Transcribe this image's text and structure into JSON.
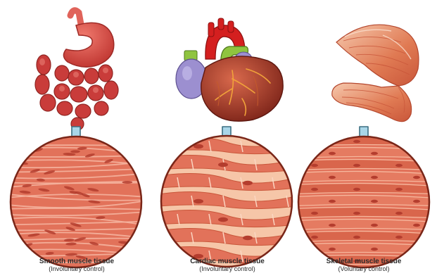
{
  "panels": [
    {
      "id": "smooth",
      "organ_icon": "digestive-tract-icon",
      "title": "Smooth muscle tissue",
      "subtitle": "(Involuntary control)"
    },
    {
      "id": "cardiac",
      "organ_icon": "heart-icon",
      "title": "Cardiac muscle tissue",
      "subtitle": "(Involuntary control)"
    },
    {
      "id": "skeletal",
      "organ_icon": "arm-muscle-icon",
      "title": "Skeletal muscle tissue",
      "subtitle": "(Voluntary control)"
    }
  ],
  "colors": {
    "arrow_fill": "#a9d6e8",
    "arrow_stroke": "#3c6f82",
    "tissue_base": "#e2725a",
    "tissue_light": "#f6c6a8",
    "nucleus": "#b43d2e",
    "stomach": "#d84b45",
    "intestine": "#c93c3a",
    "heart_main": "#a8372a",
    "heart_aorta": "#d41f1f",
    "heart_atrium": "#9c8fd0",
    "heart_vessel_green": "#8fc43f",
    "arm_muscle": "#e07a53"
  }
}
